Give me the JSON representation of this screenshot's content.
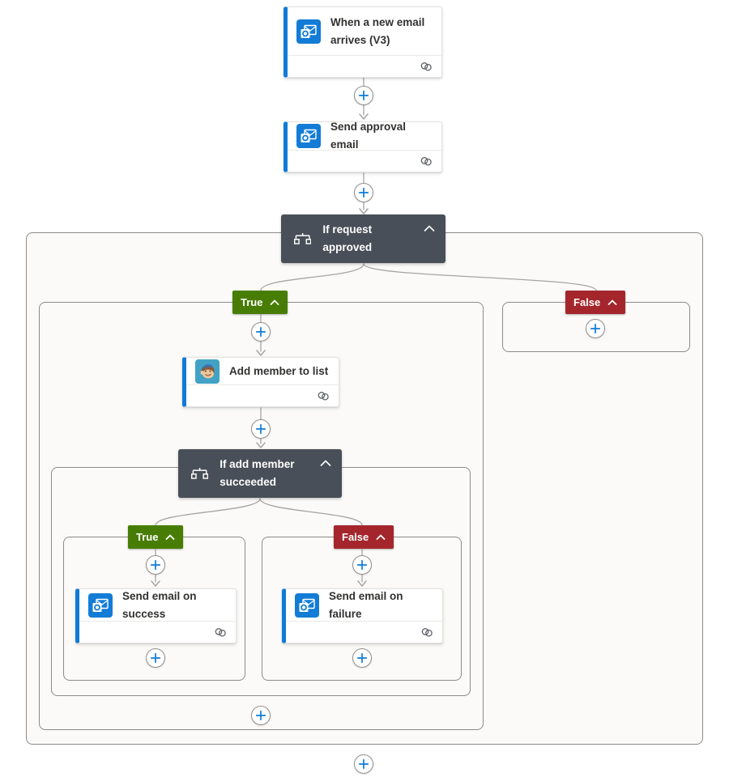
{
  "colors": {
    "accent_blue": "#0f7bd7",
    "condition_dark": "#484f58",
    "true_green": "#477d04",
    "false_red": "#a4262c",
    "connector_gray": "#a6a4a2"
  },
  "trigger": {
    "title": "When a new email arrives (V3)",
    "icon": "outlook-icon"
  },
  "actions": {
    "send_approval": {
      "title": "Send approval email",
      "icon": "outlook-icon"
    },
    "add_member": {
      "title": "Add member to list",
      "icon": "mailchimp-icon"
    },
    "send_success": {
      "title": "Send email on success",
      "icon": "outlook-icon"
    },
    "send_failure": {
      "title": "Send email on failure",
      "icon": "outlook-icon"
    }
  },
  "conditions": {
    "request_approved": {
      "title": "If request approved",
      "icon": "condition-icon"
    },
    "add_member_succeeded": {
      "title": "If add member succeeded",
      "icon": "condition-icon"
    }
  },
  "branches": {
    "true_label": "True",
    "false_label": "False"
  }
}
